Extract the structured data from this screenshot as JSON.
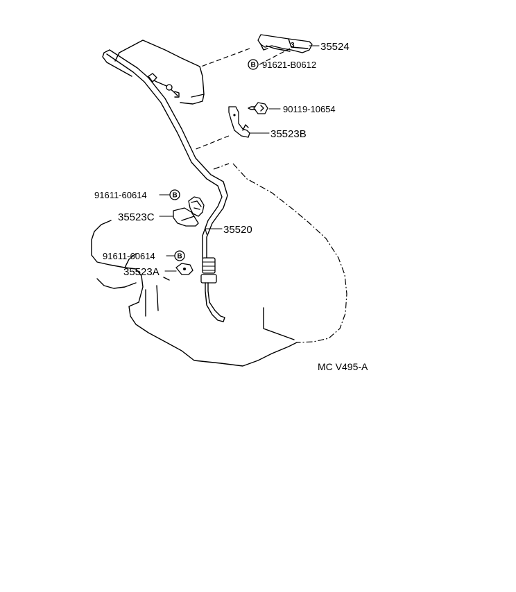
{
  "diagram": {
    "code": "MC V495-A",
    "parts": {
      "p35524": "35524",
      "p91621": "91621-B0612",
      "p90119": "90119-10654",
      "p35523B": "35523B",
      "p91611_upper": "91611-60614",
      "p35523C": "35523C",
      "p35520": "35520",
      "p91611_lower": "91611-60614",
      "p35523A": "35523A"
    },
    "bolt_marker": "B"
  }
}
